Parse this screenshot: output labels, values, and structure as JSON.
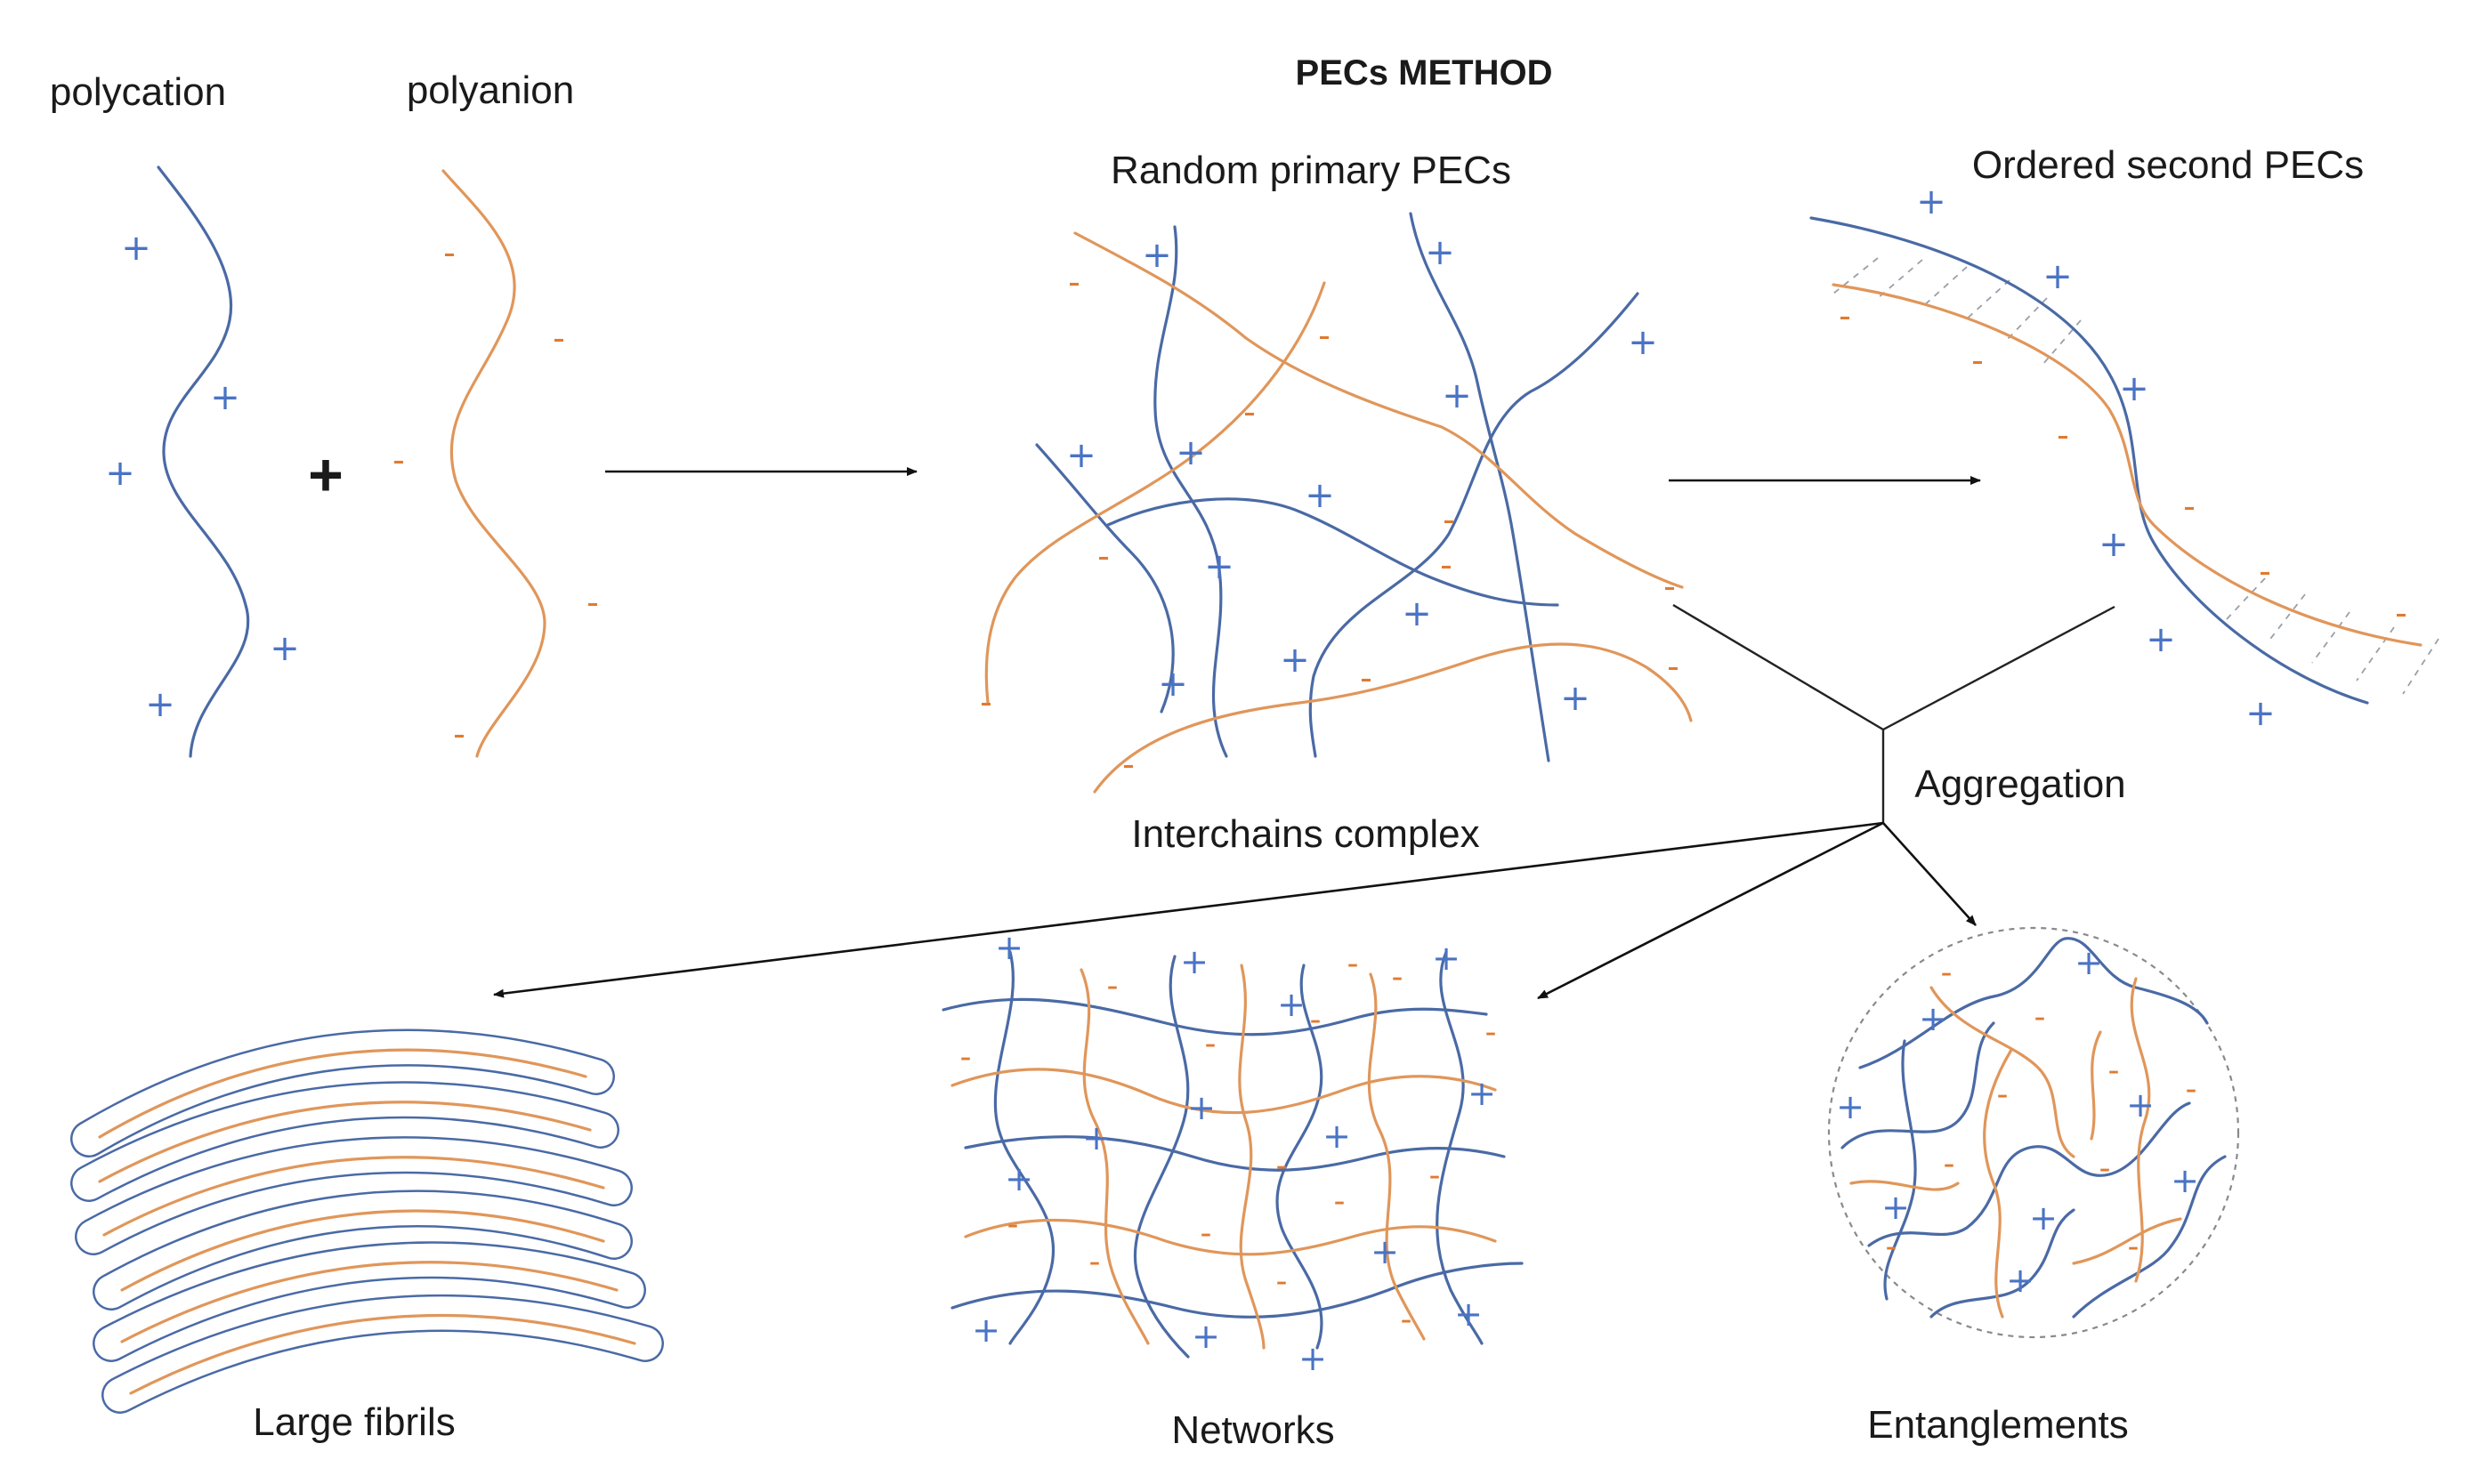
{
  "labels": {
    "title": "PECs METHOD",
    "polycation": "polycation",
    "polyanion": "polyanion",
    "random_primary": "Random primary PECs",
    "ordered_second": "Ordered second PECs",
    "interchains": "Interchains complex",
    "aggregation": "Aggregation",
    "large_fibrils": "Large fibrils",
    "networks": "Networks",
    "entanglements": "Entanglements"
  },
  "symbols": {
    "plus": "+",
    "minus": "-"
  },
  "colors": {
    "polycation_chain": "#4a6aa5",
    "polyanion_chain": "#e0965a",
    "positive_charge": "#4a73c4",
    "negative_charge": "#e07a30",
    "arrows": "#111111"
  }
}
